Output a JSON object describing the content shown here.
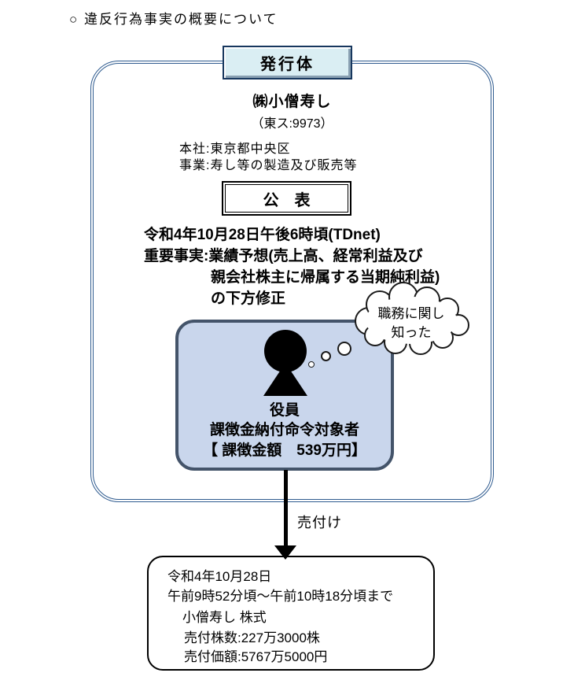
{
  "page": {
    "title": "○ 違反行為事実の概要について"
  },
  "issuer": {
    "header_label": "発行体",
    "company_name": "㈱小僧寿し",
    "ticker": "（東ス:9973）",
    "headquarters": "本社:東京都中央区",
    "business": "事業:寿し等の製造及び販売等"
  },
  "announcement": {
    "header_label": "公　表",
    "datetime": "令和4年10月28日午後6時頃(TDnet)",
    "fact_line1": "重要事実:業績予想(売上高、経常利益及び",
    "fact_line2": "親会社株主に帰属する当期純利益)",
    "fact_line3": "の下方修正"
  },
  "insider": {
    "role": "役員",
    "designation": "課徴金納付命令対象者",
    "penalty_amount": "【 課徴金額　539万円】",
    "thought_line1": "職務に関し",
    "thought_line2": "知った",
    "person_icon": "person-silhouette-icon"
  },
  "transaction": {
    "arrow_label": "売付け",
    "date": "令和4年10月28日",
    "time_range": "午前9時52分頃～午前10時18分頃まで",
    "stock_name": "小僧寿し 株式",
    "shares_sold": "売付株数:227万3000株",
    "sale_value": "売付価額:5767万5000円"
  },
  "colors": {
    "outer_frame_border": "#2f5b8f",
    "issuer_header_fill": "#daeef3",
    "issuer_header_border": "#17375e",
    "insider_box_fill": "#c9d6ec",
    "insider_box_border": "#44546a",
    "text": "#000000",
    "background": "#ffffff"
  }
}
